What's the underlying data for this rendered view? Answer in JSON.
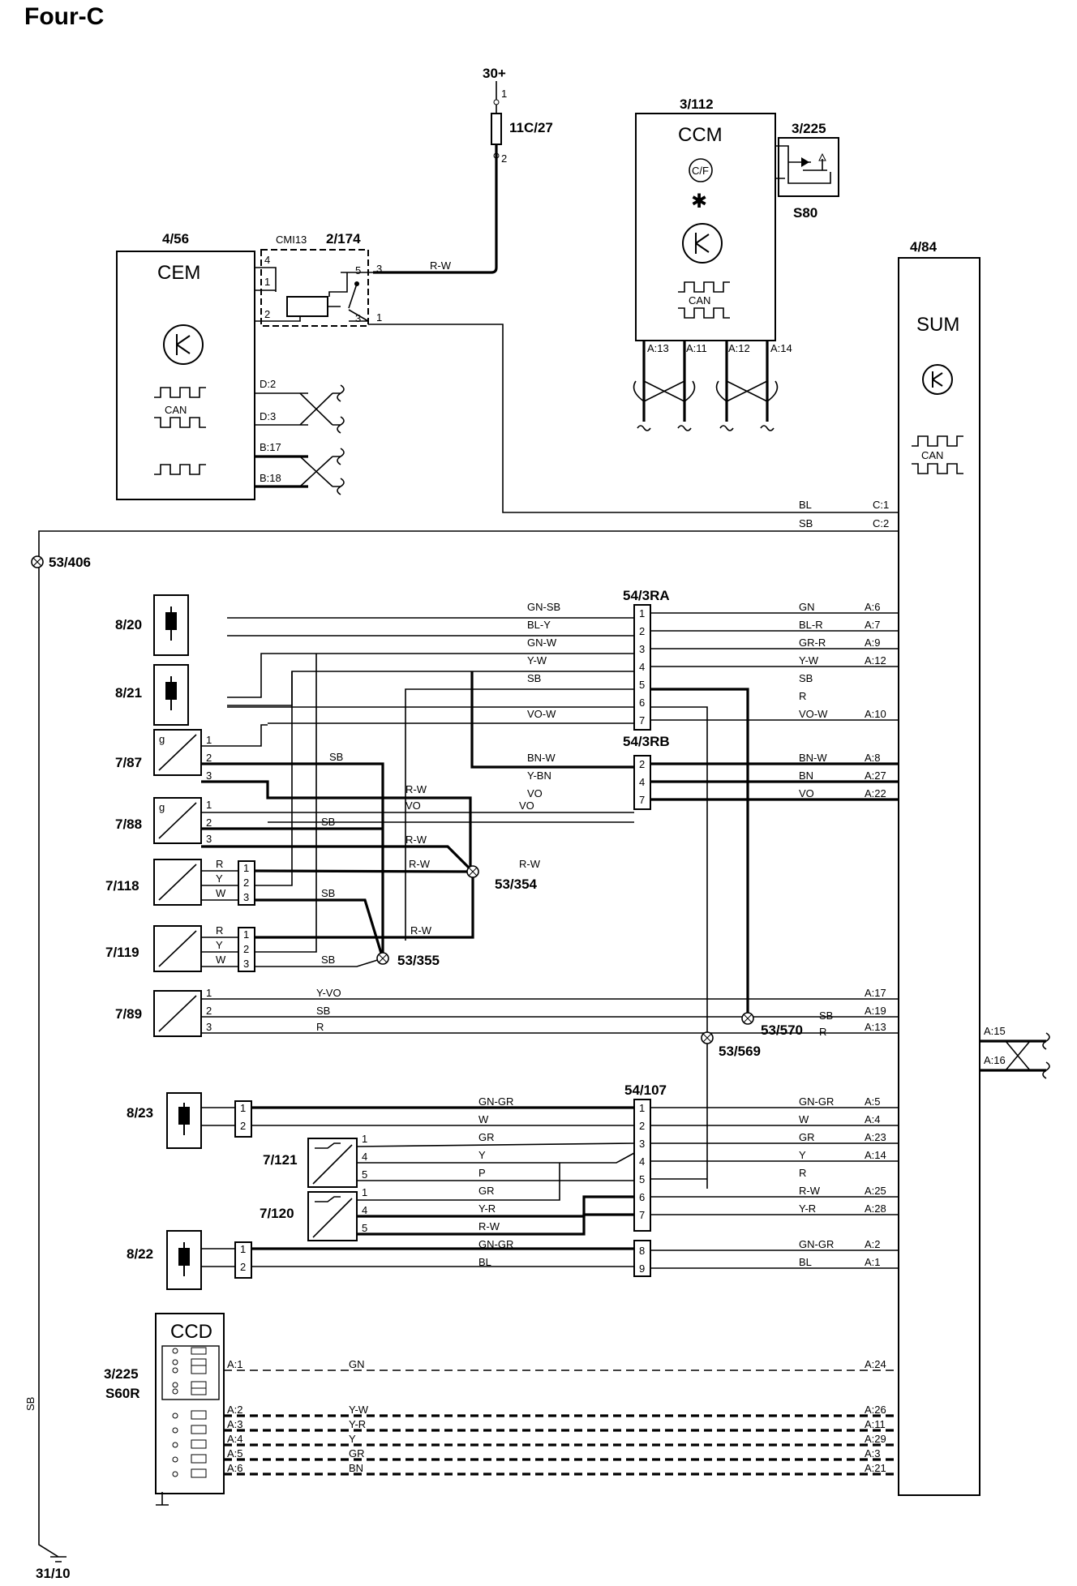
{
  "title": "Four-C",
  "supply": {
    "label": "30+",
    "fuse": "11C/27",
    "pin1": "1",
    "pin2": "2"
  },
  "ground": {
    "splice": "53/406",
    "terminal": "31/10",
    "wire": "SB"
  },
  "cem": {
    "id": "4/56",
    "name": "CEM",
    "can": "CAN",
    "pins": [
      "D:2",
      "D:3",
      "B:17",
      "B:18"
    ]
  },
  "relay": {
    "code": "CMI13",
    "id": "2/174",
    "pins": [
      "4",
      "1",
      "2",
      "5",
      "3",
      "3",
      "1"
    ],
    "wire": "R-W"
  },
  "ccm": {
    "id": "3/112",
    "name": "CCM",
    "temp": "C/F",
    "can": "CAN",
    "pins": [
      "A:13",
      "A:11",
      "A:12",
      "A:14"
    ]
  },
  "sw225": {
    "id": "3/225",
    "sub": "S80"
  },
  "sum": {
    "id": "4/84",
    "name": "SUM",
    "can": "CAN",
    "pins_right": [
      "A:15",
      "A:16"
    ]
  },
  "ccd": {
    "name": "CCD",
    "id": "3/225",
    "sub": "S60R"
  },
  "connectors": {
    "ra": "54/3RA",
    "rb": "54/3RB",
    "c107": "54/107"
  },
  "splices": {
    "s354": "53/354",
    "s355": "53/355",
    "s570": "53/570",
    "s569": "53/569"
  },
  "components": {
    "c820": "8/20",
    "c821": "8/21",
    "c787": "7/87",
    "c788": "7/88",
    "c7118": "7/118",
    "c7119": "7/119",
    "c789": "7/89",
    "c823": "8/23",
    "c7121": "7/121",
    "c7120": "7/120",
    "c822": "8/22"
  },
  "top_wires": [
    {
      "color": "BL",
      "pin": "C:1"
    },
    {
      "color": "SB",
      "pin": "C:2"
    }
  ],
  "ra_rows": [
    {
      "left": "GN-SB",
      "pin": "1",
      "right": "GN",
      "sum": "A:6"
    },
    {
      "left": "BL-Y",
      "pin": "2",
      "right": "BL-R",
      "sum": "A:7"
    },
    {
      "left": "GN-W",
      "pin": "3",
      "right": "GR-R",
      "sum": "A:9"
    },
    {
      "left": "Y-W",
      "pin": "4",
      "right": "Y-W",
      "sum": "A:12"
    },
    {
      "left": "SB",
      "pin": "5",
      "right": "SB",
      "sum": ""
    },
    {
      "left": "",
      "pin": "6",
      "right": "R",
      "sum": ""
    },
    {
      "left": "VO-W",
      "pin": "7",
      "right": "VO-W",
      "sum": "A:10"
    }
  ],
  "rb_rows": [
    {
      "left": "BN-W",
      "pin": "2",
      "right": "BN-W",
      "sum": "A:8"
    },
    {
      "left": "Y-BN",
      "pin": "4",
      "right": "BN",
      "sum": "A:27"
    },
    {
      "left": "VO",
      "pin": "7",
      "right": "VO",
      "sum": "A:22"
    }
  ],
  "c107_rows": [
    {
      "left": "GN-GR",
      "pin": "1",
      "right": "GN-GR",
      "sum": "A:5"
    },
    {
      "left": "W",
      "pin": "2",
      "right": "W",
      "sum": "A:4"
    },
    {
      "left": "GR",
      "pin": "3",
      "right": "GR",
      "sum": "A:23"
    },
    {
      "left": "Y",
      "pin": "4",
      "right": "Y",
      "sum": "A:14"
    },
    {
      "left": "P",
      "pin": "5",
      "right": "R",
      "sum": ""
    },
    {
      "left": "GR",
      "pin": "6",
      "right": "R-W",
      "sum": "A:25"
    },
    {
      "left": "Y-R",
      "pin": "7",
      "right": "Y-R",
      "sum": "A:28"
    },
    {
      "left": "R-W",
      "pin": "",
      "right": "",
      "sum": ""
    },
    {
      "left": "GN-GR",
      "pin": "8",
      "right": "GN-GR",
      "sum": "A:2"
    },
    {
      "left": "BL",
      "pin": "9",
      "right": "BL",
      "sum": "A:1"
    }
  ],
  "r789": [
    {
      "pin": "1",
      "color": "Y-VO",
      "sum": "A:17"
    },
    {
      "pin": "2",
      "color": "SB",
      "sum": "A:19",
      "rc": "SB"
    },
    {
      "pin": "3",
      "color": "R",
      "sum": "A:13",
      "rc": "R"
    }
  ],
  "sensor_labels": {
    "s787": {
      "pins": [
        "1",
        "2",
        "3"
      ],
      "g": "g",
      "sb": "SB",
      "rw": "R-W"
    },
    "s788": {
      "pins": [
        "1",
        "2",
        "3"
      ],
      "g": "g",
      "vo": "VO",
      "vo2": "VO",
      "sb": "SB",
      "rw": "R-W"
    },
    "s7118": {
      "letters": [
        "R",
        "Y",
        "W"
      ],
      "pins": [
        "1",
        "2",
        "3"
      ],
      "rw": "R-W",
      "rw2": "R-W",
      "sb": "SB"
    },
    "s7119": {
      "letters": [
        "R",
        "Y",
        "W"
      ],
      "pins": [
        "1",
        "2",
        "3"
      ],
      "rw": "R-W",
      "sb": "SB"
    },
    "two": [
      "1",
      "2"
    ],
    "three": [
      "1",
      "4",
      "5"
    ]
  },
  "ccd_rows": [
    {
      "pin": "A:1",
      "color": "GN",
      "sum": "A:24"
    },
    {
      "pin": "A:2",
      "color": "Y-W",
      "sum": "A:26"
    },
    {
      "pin": "A:3",
      "color": "Y-R",
      "sum": "A:11"
    },
    {
      "pin": "A:4",
      "color": "Y",
      "sum": "A:29"
    },
    {
      "pin": "A:5",
      "color": "GR",
      "sum": "A:3"
    },
    {
      "pin": "A:6",
      "color": "BN",
      "sum": "A:21"
    }
  ]
}
